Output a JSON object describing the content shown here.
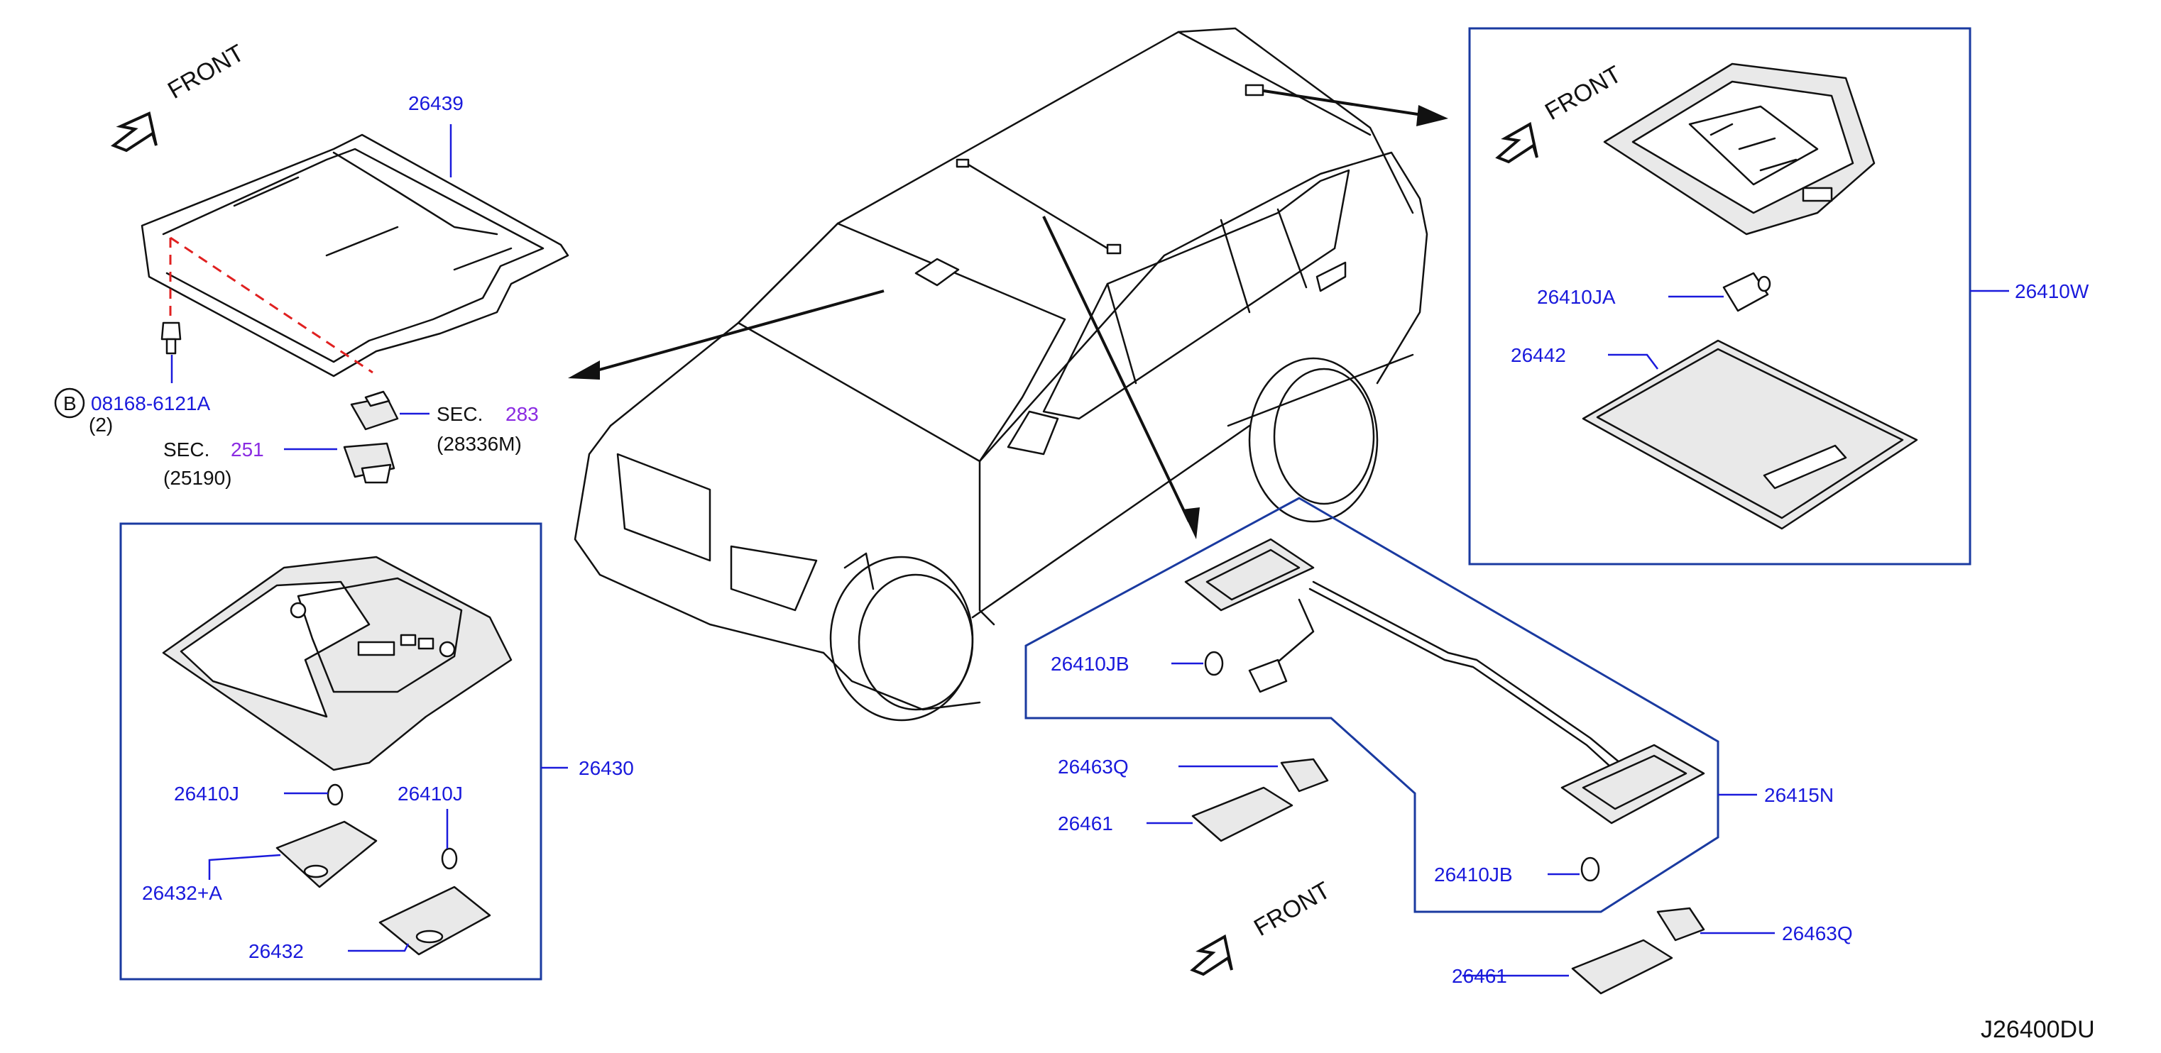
{
  "labels": {
    "p26439": "26439",
    "bolt_code": "08168-6121A",
    "bolt_circle": "B",
    "bolt_qty": "(2)",
    "sec1": "SEC.",
    "sec1_num": "283",
    "sec1_sub": "(28336M)",
    "sec2": "SEC.",
    "sec2_num": "251",
    "sec2_sub": "(25190)",
    "p26430": "26430",
    "p26410J_a": "26410J",
    "p26410J_b": "26410J",
    "p26432A": "26432+A",
    "p26432": "26432",
    "p26410W": "26410W",
    "p26410JA": "26410JA",
    "p26442": "26442",
    "p26410JB_a": "26410JB",
    "p26410JB_b": "26410JB",
    "p26415N": "26415N",
    "p26463Q_a": "26463Q",
    "p26461_a": "26461",
    "p26463Q_b": "26463Q",
    "p26461_b": "26461",
    "front_1": "FRONT",
    "front_2": "FRONT",
    "front_3": "FRONT",
    "diagram_id": "J26400DU"
  },
  "colors": {
    "part_number": "#1a1adc",
    "section_number": "#8a2be2",
    "box_outline": "#1a3aa0",
    "dashed_guide": "#e02020",
    "line_art": "#111111"
  }
}
